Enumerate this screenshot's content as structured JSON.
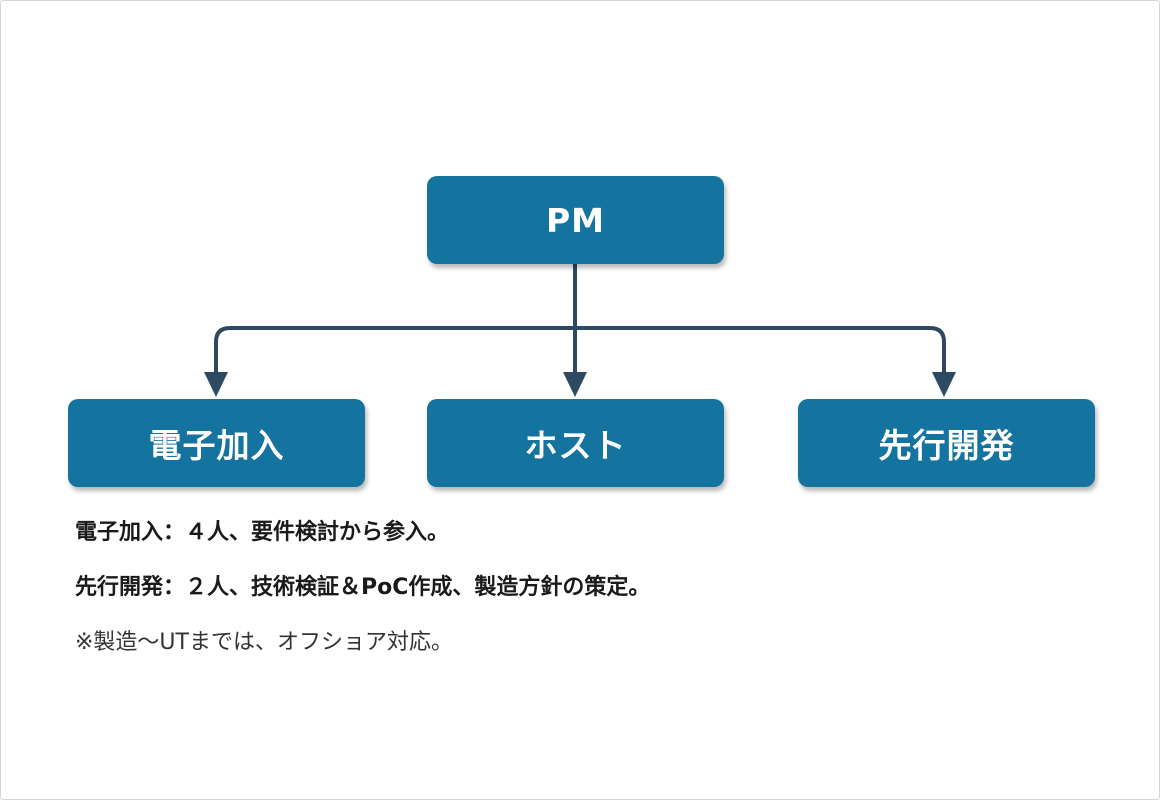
{
  "colors": {
    "box_fill": "#15739f",
    "box_text": "#ffffff",
    "connector": "#2e4a63",
    "note_text": "#1a1a1a"
  },
  "diagram": {
    "root": {
      "label": "PM"
    },
    "children": [
      {
        "label": "電子加入"
      },
      {
        "label": "ホスト"
      },
      {
        "label": "先行開発"
      }
    ]
  },
  "notes": [
    "電子加入：４人、要件検討から参入。",
    "先行開発：２人、技術検証＆PoC作成、製造方針の策定。",
    "※製造～UTまでは、オフショア対応。"
  ]
}
